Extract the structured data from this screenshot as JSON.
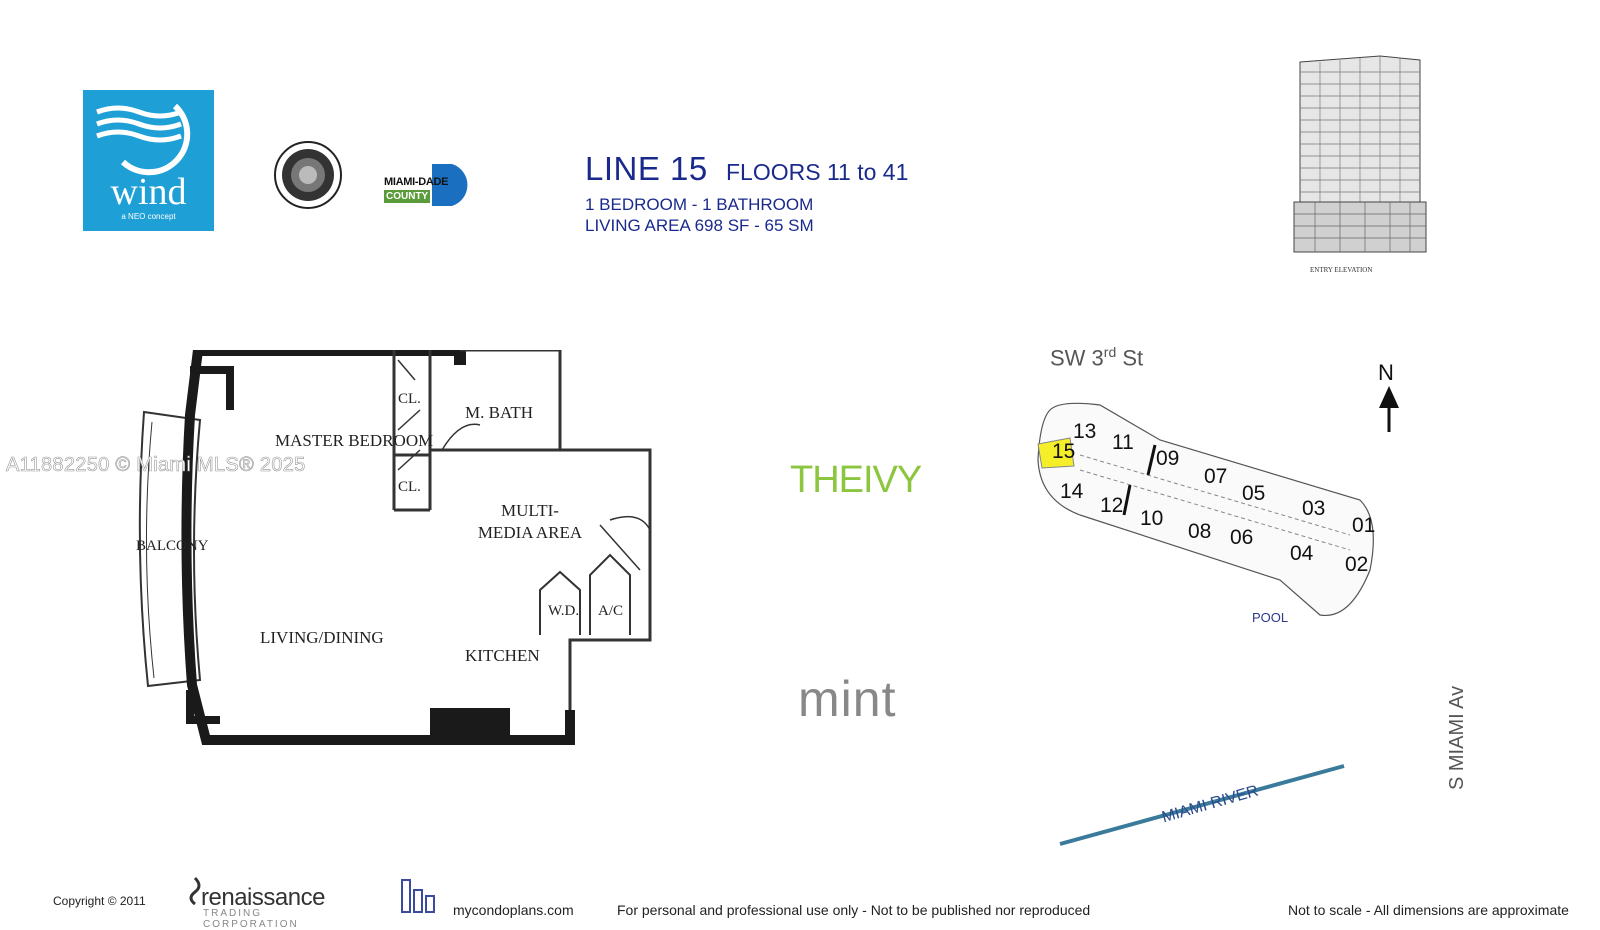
{
  "logos": {
    "wind_word": "wind",
    "wind_tagline": "a NEO concept",
    "miami_dade_line1": "MIAMI-DADE",
    "miami_dade_line2": "COUNTY",
    "ivy": "THEIVY",
    "mint": "mint",
    "renaissance": "renaissance",
    "renaissance_sub": "TRADING CORPORATION"
  },
  "heading": {
    "line": "LINE 15",
    "floors": "FLOORS 11 to 41",
    "bedrooms": "1 BEDROOM - 1 BATHROOM",
    "area": "LIVING AREA  698 SF - 65 SM"
  },
  "elevation_caption": "ENTRY ELEVATION",
  "rooms": {
    "master": "MASTER BEDROOM",
    "cl1": "CL.",
    "cl2": "CL.",
    "mbath": "M. BATH",
    "multimedia": "MULTI-MEDIA AREA",
    "balcony": "BALCONY",
    "wd": "W.D.",
    "ac": "A/C",
    "living": "LIVING/DINING",
    "kitchen": "KITCHEN"
  },
  "watermark": "A11882250 © Miami MLS® 2025",
  "sitemap": {
    "street": "SW 3",
    "street_sup": "rd",
    "street_suffix": "St",
    "north": "N",
    "units": [
      "13",
      "11",
      "09",
      "07",
      "05",
      "03",
      "01",
      "02",
      "04",
      "06",
      "08",
      "10",
      "12",
      "14",
      "15"
    ],
    "highlighted_unit": "15",
    "pool": "POOL",
    "avenue": "S MIAMI Av",
    "river": "MIAMI RIVER"
  },
  "footer": {
    "copyright": "Copyright  ©   2011",
    "site": "mycondoplans.com",
    "usage": "For personal and professional use only - Not to be published nor reproduced",
    "scale": "Not to scale - All dimensions are approximate"
  },
  "colors": {
    "title_blue": "#1a2a8c",
    "wind_blue": "#1e9fd6",
    "highlight_yellow": "#f5ef2a",
    "river_blue": "#3a7a9a",
    "ivy_green": "#8cc63f"
  }
}
